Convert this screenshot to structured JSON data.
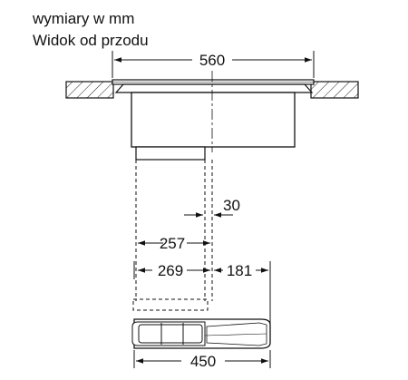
{
  "captions": {
    "units": "wymiary w mm",
    "view": "Widok od przodu"
  },
  "dimensions": {
    "width_top": "560",
    "offset_30": "30",
    "depth_257": "257",
    "depth_269": "269",
    "depth_181": "181",
    "width_bottom": "450"
  }
}
